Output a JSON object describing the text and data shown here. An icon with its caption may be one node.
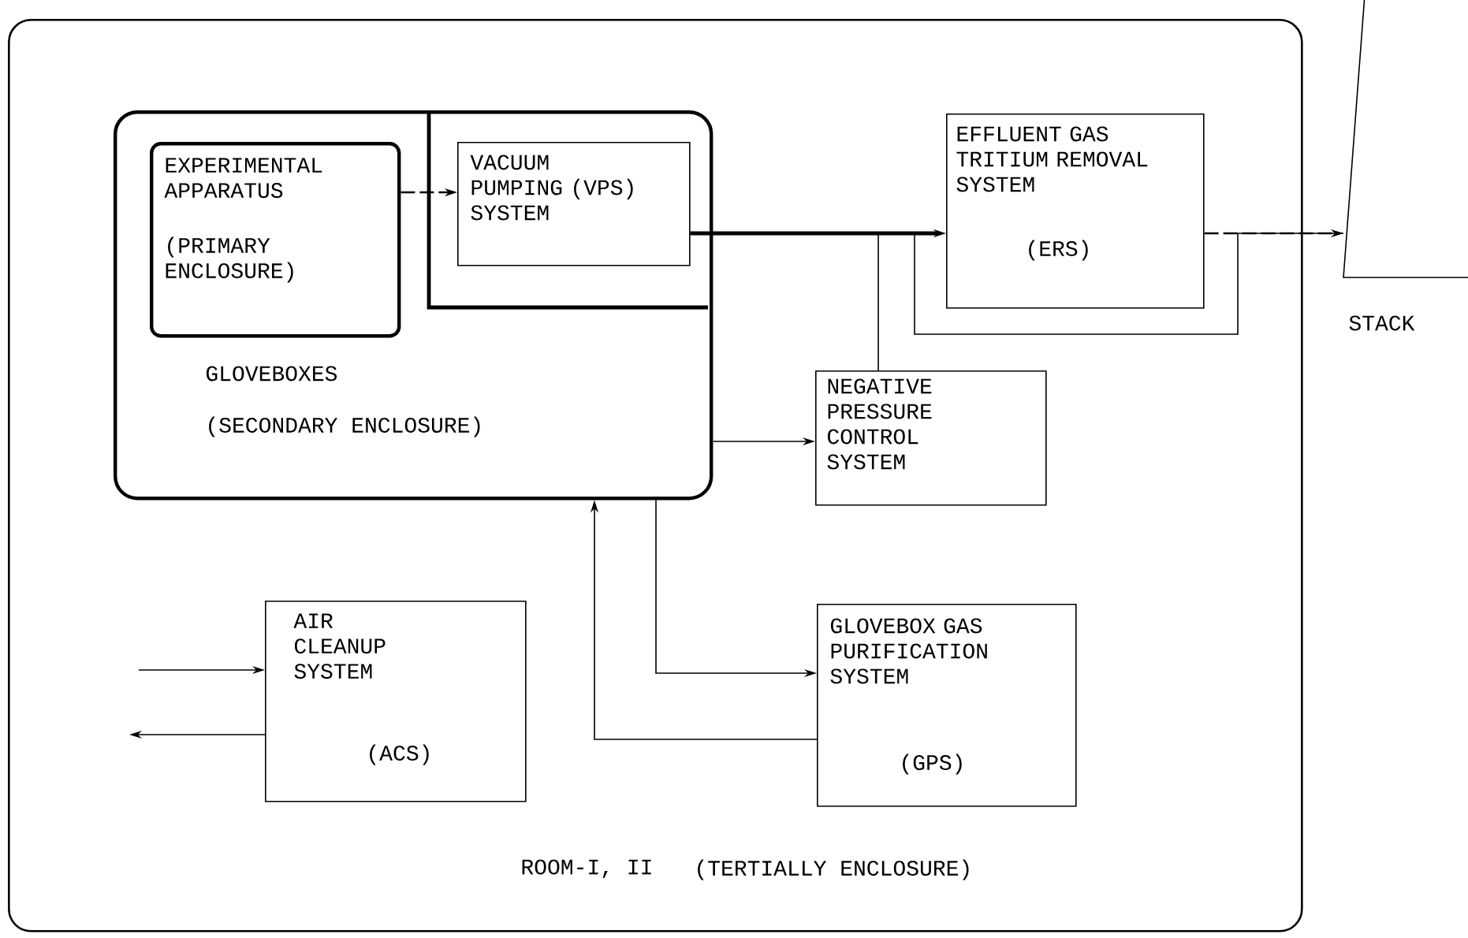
{
  "diagram": {
    "nodes": [
      {
        "text": [
          "ROOM-I, II",
          "(TERTIALLY ENCLOSURE)"
        ]
      },
      {
        "text": [
          "GLOVEBOXES",
          "(SECONDARY ENCLOSURE)"
        ],
        "in": 0
      },
      {
        "text": [
          "EXPERIMENTAL APPARATUS",
          "(PRIMARY ENCLOSURE)"
        ],
        "in": 1
      },
      {
        "text": [
          "VACUUM PUMPING (VPS) SYSTEM"
        ],
        "in": 1
      },
      {
        "text": [
          "EFFLUENT GAS TRITIUM REMOVAL SYSTEM",
          "(ERS)"
        ],
        "in": 0
      },
      {
        "text": [
          "NEGATIVE PRESSURE CONTROL SYSTEM"
        ],
        "in": 0
      },
      {
        "text": [
          "AIR CLEANUP SYSTEM",
          "(ACS)"
        ],
        "in": 0
      },
      {
        "text": [
          "GLOVEBOX GAS PURIFICATION SYSTEM",
          "(GPS)"
        ],
        "in": 0
      },
      {
        "text": [
          "STACK"
        ]
      }
    ],
    "edges": [
      {
        "from": 2,
        "to": 3,
        "arrow": "to",
        "style": "dashed"
      },
      {
        "from": 3,
        "to": 4,
        "arrow": "to",
        "style": "thick"
      },
      {
        "from": 4,
        "to": 8,
        "arrow": "to",
        "style": "dashed"
      },
      {
        "from": 3,
        "to": 8,
        "arrow": "none"
      },
      {
        "from": 3,
        "to": 5,
        "arrow": "none"
      },
      {
        "from": 1,
        "to": 5,
        "arrow": "to"
      },
      {
        "from": 1,
        "to": 7,
        "arrow": "to"
      },
      {
        "from": 7,
        "to": 1,
        "arrow": "to"
      },
      {
        "from": null,
        "to": 6,
        "arrow": "to"
      },
      {
        "from": 6,
        "to": null,
        "arrow": "to"
      }
    ]
  }
}
